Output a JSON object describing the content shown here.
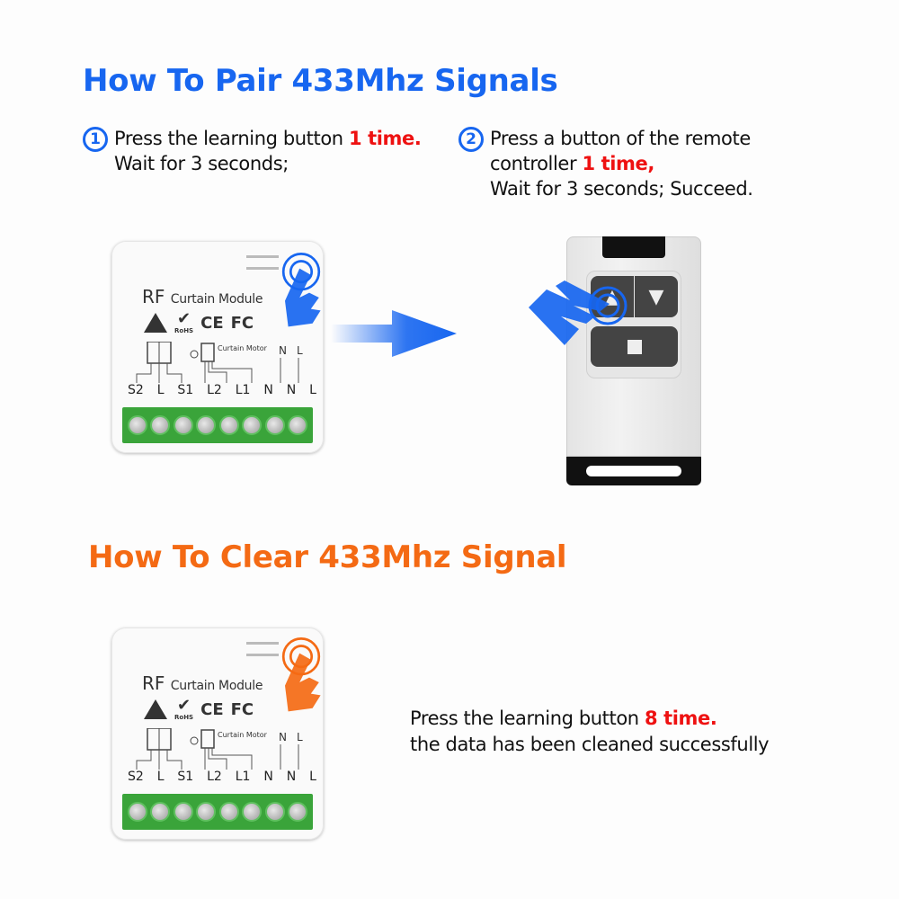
{
  "pair_section": {
    "title": "How To Pair 433Mhz Signals",
    "title_color": "#1766f0",
    "steps": [
      {
        "number": "1",
        "line1_text": "Press the learning button ",
        "line1_highlight": "1 time.",
        "line2": "Wait for 3 seconds;"
      },
      {
        "number": "2",
        "line1": "Press a button of the remote",
        "line2_text": "controller ",
        "line2_highlight": "1 time,",
        "line3": "Wait for 3 seconds; Succeed."
      }
    ]
  },
  "clear_section": {
    "title": "How To Clear 433Mhz Signal",
    "title_color": "#f46a14",
    "line1_text": "Press the learning button ",
    "line1_highlight": "8 time.",
    "line2": "the data has been cleaned successfully"
  },
  "module": {
    "brand": "RF",
    "name": "Curtain Module",
    "certs": [
      "CE",
      "FC"
    ],
    "rohs": "RoHS",
    "danger": "DANGER",
    "motor_label": "Curtain Motor",
    "top_labels": [
      "N",
      "L"
    ],
    "terminal_labels": [
      "S2",
      "L",
      "S1",
      "L2",
      "L1",
      "N",
      "N",
      "L"
    ]
  },
  "remote": {
    "buttons": [
      {
        "name": "up",
        "glyph": "▲"
      },
      {
        "name": "down",
        "glyph": "▼"
      },
      {
        "name": "stop",
        "glyph": ""
      }
    ]
  },
  "colors": {
    "accent_blue": "#1766f0",
    "accent_orange": "#f46a14",
    "highlight_red": "#ee1111",
    "terminal_green": "#3aa43a"
  }
}
